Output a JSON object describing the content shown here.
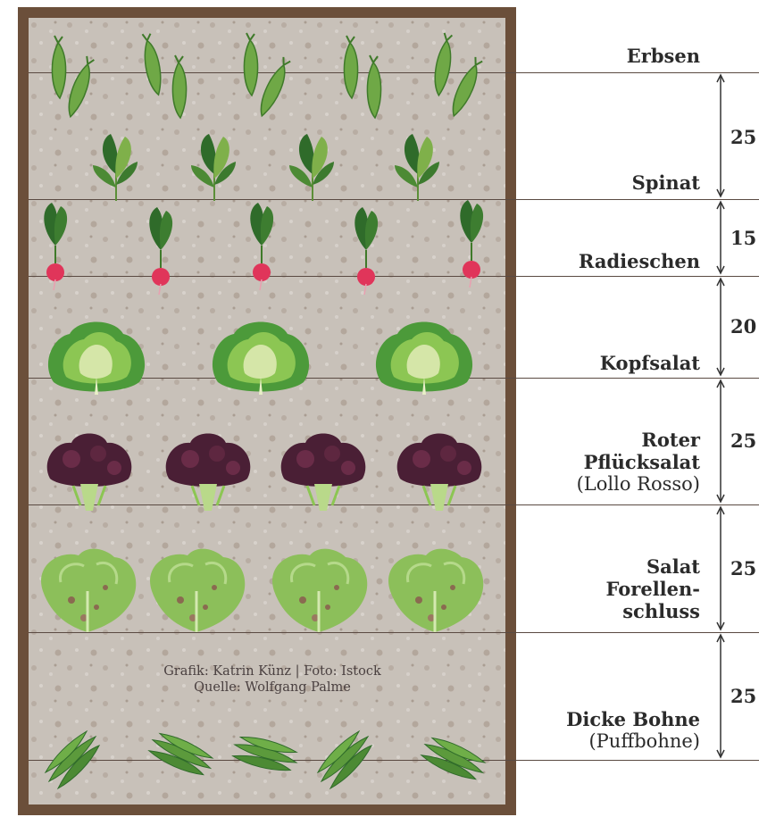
{
  "rows": [
    {
      "name": "Erbsen"
    },
    {
      "name": "Spinat",
      "distance": "25"
    },
    {
      "name": "Radieschen",
      "distance": "15"
    },
    {
      "name": "Kopfsalat",
      "distance": "20"
    },
    {
      "name_lines": [
        "Roter",
        "Pflücksalat"
      ],
      "sub": "(Lollo Rosso)",
      "distance": "25"
    },
    {
      "name_lines": [
        "Salat",
        "Forellen-",
        "schluss"
      ],
      "distance": "25"
    },
    {
      "name": "Dicke Bohne",
      "sub": "(Puffbohne)",
      "distance": "25"
    }
  ],
  "credit": {
    "line1": "Grafik: Katrin Künz | Foto: Istock",
    "line2": "Quelle: Wolfgang Palme"
  },
  "colors": {
    "frame": "#6b4f3a",
    "soil": "#c9c2bb",
    "line": "#5a4a42",
    "green_dark": "#2f6b2a",
    "green_light": "#7fb04a",
    "radish": "#e0355a",
    "lollo": "#4a1f35"
  }
}
